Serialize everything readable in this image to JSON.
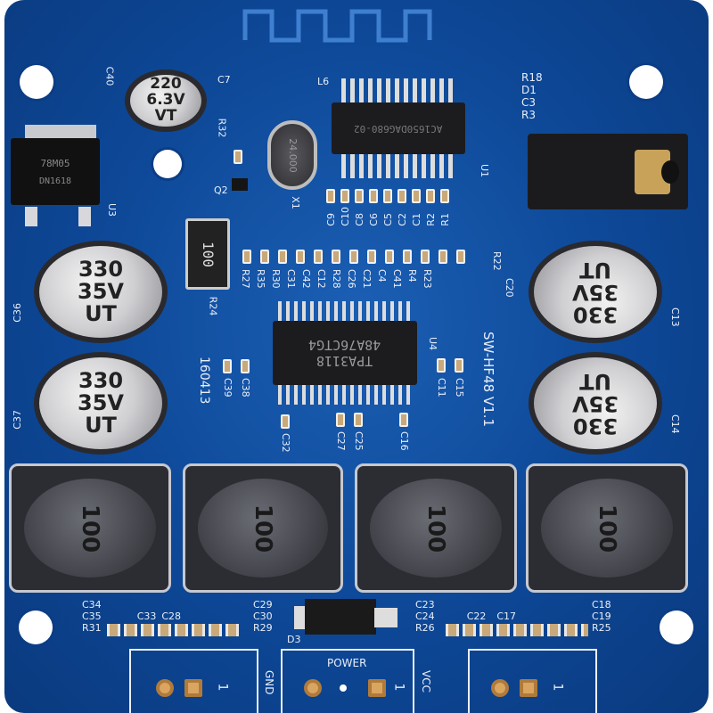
{
  "board": {
    "model": "SW-HF48 V1.1",
    "date_code": "160413",
    "color": "#0d4796"
  },
  "chips": {
    "u1": {
      "ref": "U1",
      "marking": "AC1650DAG680-02"
    },
    "u4": {
      "ref": "U4",
      "line1": "TPA3118",
      "line2": "48A76CTG4"
    },
    "u3": {
      "ref": "U3",
      "line1": "78M05",
      "line2": "DN1618"
    },
    "x1": {
      "ref": "X1",
      "marking": "24.000"
    },
    "r24": {
      "ref": "R24",
      "marking": "100"
    },
    "q2": {
      "ref": "Q2"
    },
    "d3": {
      "ref": "D3"
    }
  },
  "capacitors": {
    "c40": {
      "ref": "C40",
      "line1": "220",
      "line2": "6.3V",
      "line3": "VT"
    },
    "c36": {
      "ref": "C36",
      "line1": "330",
      "line2": "35V",
      "line3": "UT"
    },
    "c37": {
      "ref": "C37",
      "line1": "330",
      "line2": "35V",
      "line3": "UT"
    },
    "c13": {
      "ref": "C13",
      "line1": "330",
      "line2": "35V",
      "line3": "UT"
    },
    "c14": {
      "ref": "C14",
      "line1": "330",
      "line2": "35V",
      "line3": "UT"
    }
  },
  "inductors": [
    {
      "marking": "100"
    },
    {
      "marking": "100"
    },
    {
      "marking": "100"
    },
    {
      "marking": "100"
    }
  ],
  "silkscreen": {
    "top_row": [
      "C9",
      "C10",
      "C8",
      "C6",
      "C5",
      "C2",
      "C1",
      "R2",
      "R1"
    ],
    "mid_row": [
      "R27",
      "R35",
      "R30",
      "C31",
      "C42",
      "C12",
      "R28",
      "C26",
      "C21",
      "C4",
      "C41",
      "R4",
      "R23"
    ],
    "right_top": [
      "R18",
      "D1",
      "C3",
      "R3"
    ],
    "misc": [
      "C7",
      "L6",
      "R32",
      "R22",
      "C20",
      "C38",
      "C39",
      "C11",
      "C15",
      "C32",
      "C27",
      "C25",
      "C16"
    ],
    "bottom_left": [
      "C34",
      "C35",
      "C33",
      "C28",
      "R31",
      "C29",
      "C30",
      "R29"
    ],
    "bottom_right": [
      "C23",
      "C24",
      "C22",
      "C17",
      "R26",
      "C18",
      "C19",
      "R25"
    ]
  },
  "terminals": {
    "left": {
      "pin": "1"
    },
    "power": {
      "label": "POWER",
      "pin": "1",
      "gnd": "GND",
      "vcc": "VCC"
    },
    "right": {
      "pin": "1"
    }
  }
}
